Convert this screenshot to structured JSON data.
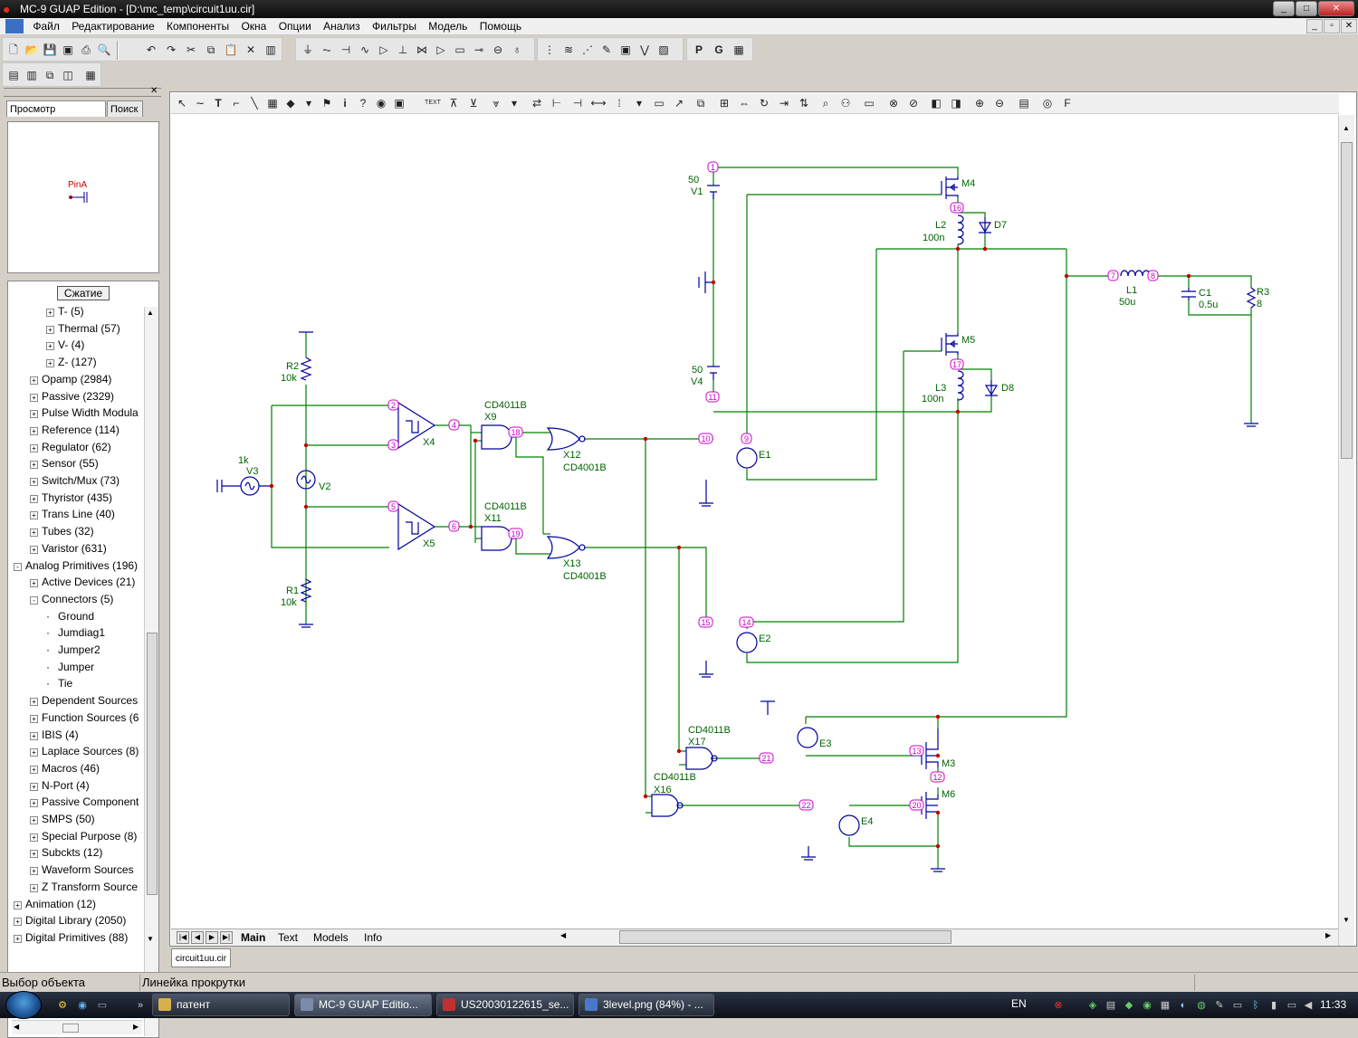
{
  "window": {
    "title": "MC-9 GUAP Edition - [D:\\mc_temp\\circuit1uu.cir]"
  },
  "menu": [
    "Файл",
    "Редактирование",
    "Компоненты",
    "Окна",
    "Опции",
    "Анализ",
    "Фильтры",
    "Модель",
    "Помощь"
  ],
  "left_panel": {
    "tabs": [
      "Просмотр структуры",
      "Поиск"
    ],
    "preview_label": "PinA",
    "collapse_button": "Сжатие",
    "tree": [
      {
        "label": "T- (5)",
        "level": 2,
        "box": "+"
      },
      {
        "label": "Thermal (57)",
        "level": 2,
        "box": "+"
      },
      {
        "label": "V- (4)",
        "level": 2,
        "box": "+"
      },
      {
        "label": "Z- (127)",
        "level": 2,
        "box": "+"
      },
      {
        "label": "Opamp (2984)",
        "level": 1,
        "box": "+"
      },
      {
        "label": "Passive (2329)",
        "level": 1,
        "box": "+"
      },
      {
        "label": "Pulse Width Modula",
        "level": 1,
        "box": "+"
      },
      {
        "label": "Reference (114)",
        "level": 1,
        "box": "+"
      },
      {
        "label": "Regulator (62)",
        "level": 1,
        "box": "+"
      },
      {
        "label": "Sensor (55)",
        "level": 1,
        "box": "+"
      },
      {
        "label": "Switch/Mux (73)",
        "level": 1,
        "box": "+"
      },
      {
        "label": "Thyristor (435)",
        "level": 1,
        "box": "+"
      },
      {
        "label": "Trans Line (40)",
        "level": 1,
        "box": "+"
      },
      {
        "label": "Tubes (32)",
        "level": 1,
        "box": "+"
      },
      {
        "label": "Varistor (631)",
        "level": 1,
        "box": "+"
      },
      {
        "label": "Analog Primitives (196)",
        "level": 0,
        "box": "-"
      },
      {
        "label": "Active Devices (21)",
        "level": 1,
        "box": "+"
      },
      {
        "label": "Connectors (5)",
        "level": 1,
        "box": "-"
      },
      {
        "label": "Ground",
        "level": 2,
        "box": ""
      },
      {
        "label": "Jumdiag1",
        "level": 2,
        "box": ""
      },
      {
        "label": "Jumper2",
        "level": 2,
        "box": ""
      },
      {
        "label": "Jumper",
        "level": 2,
        "box": ""
      },
      {
        "label": "Tie",
        "level": 2,
        "box": ""
      },
      {
        "label": "Dependent Sources",
        "level": 1,
        "box": "+"
      },
      {
        "label": "Function Sources (6",
        "level": 1,
        "box": "+"
      },
      {
        "label": "IBIS (4)",
        "level": 1,
        "box": "+"
      },
      {
        "label": "Laplace Sources (8)",
        "level": 1,
        "box": "+"
      },
      {
        "label": "Macros (46)",
        "level": 1,
        "box": "+"
      },
      {
        "label": "N-Port (4)",
        "level": 1,
        "box": "+"
      },
      {
        "label": "Passive Component",
        "level": 1,
        "box": "+"
      },
      {
        "label": "SMPS (50)",
        "level": 1,
        "box": "+"
      },
      {
        "label": "Special Purpose (8)",
        "level": 1,
        "box": "+"
      },
      {
        "label": "Subckts (12)",
        "level": 1,
        "box": "+"
      },
      {
        "label": "Waveform Sources",
        "level": 1,
        "box": "+"
      },
      {
        "label": "Z Transform Source",
        "level": 1,
        "box": "+"
      },
      {
        "label": "Animation (12)",
        "level": 0,
        "box": "+"
      },
      {
        "label": "Digital Library (2050)",
        "level": 0,
        "box": "+"
      },
      {
        "label": "Digital Primitives (88)",
        "level": 0,
        "box": "+"
      }
    ]
  },
  "page_tabs": [
    "Main",
    "Text",
    "Models",
    "Info"
  ],
  "doc_tab": "circuit1uu.cir",
  "status": {
    "left": "Выбор объекта",
    "middle": "Линейка прокрутки"
  },
  "taskbar": {
    "items": [
      {
        "label": "патент",
        "icon_color": "#d8b04a"
      },
      {
        "label": "MC-9 GUAP Editio...",
        "icon_color": "#7a8aa8"
      },
      {
        "label": "US20030122615_se...",
        "icon_color": "#c03030"
      },
      {
        "label": "3level.png (84%) - ...",
        "icon_color": "#4a78c8"
      }
    ],
    "lang": "EN",
    "clock": "11:33"
  },
  "schematic": {
    "components": [
      "50",
      "V1",
      "M4",
      "L2",
      "100n",
      "D7",
      "50",
      "V4",
      "M5",
      "L3",
      "100n",
      "D8",
      "L1",
      "50u",
      "C1",
      "0.5u",
      "R3",
      "8",
      "R2",
      "10k",
      "R1",
      "10k",
      "1k",
      "V3",
      "V2",
      "X4",
      "X5",
      "CD4011B",
      "X9",
      "CD4011B",
      "X11",
      "X12",
      "CD4001B",
      "X13",
      "CD4001B",
      "E1",
      "E2",
      "E3",
      "E4",
      "M3",
      "M6",
      "CD4011B",
      "X17",
      "CD4011B",
      "X16"
    ],
    "nodes": [
      "1",
      "16",
      "11",
      "17",
      "7",
      "8",
      "2",
      "3",
      "4",
      "5",
      "6",
      "18",
      "19",
      "10",
      "9",
      "14",
      "15",
      "13",
      "12",
      "20",
      "21",
      "22"
    ]
  }
}
